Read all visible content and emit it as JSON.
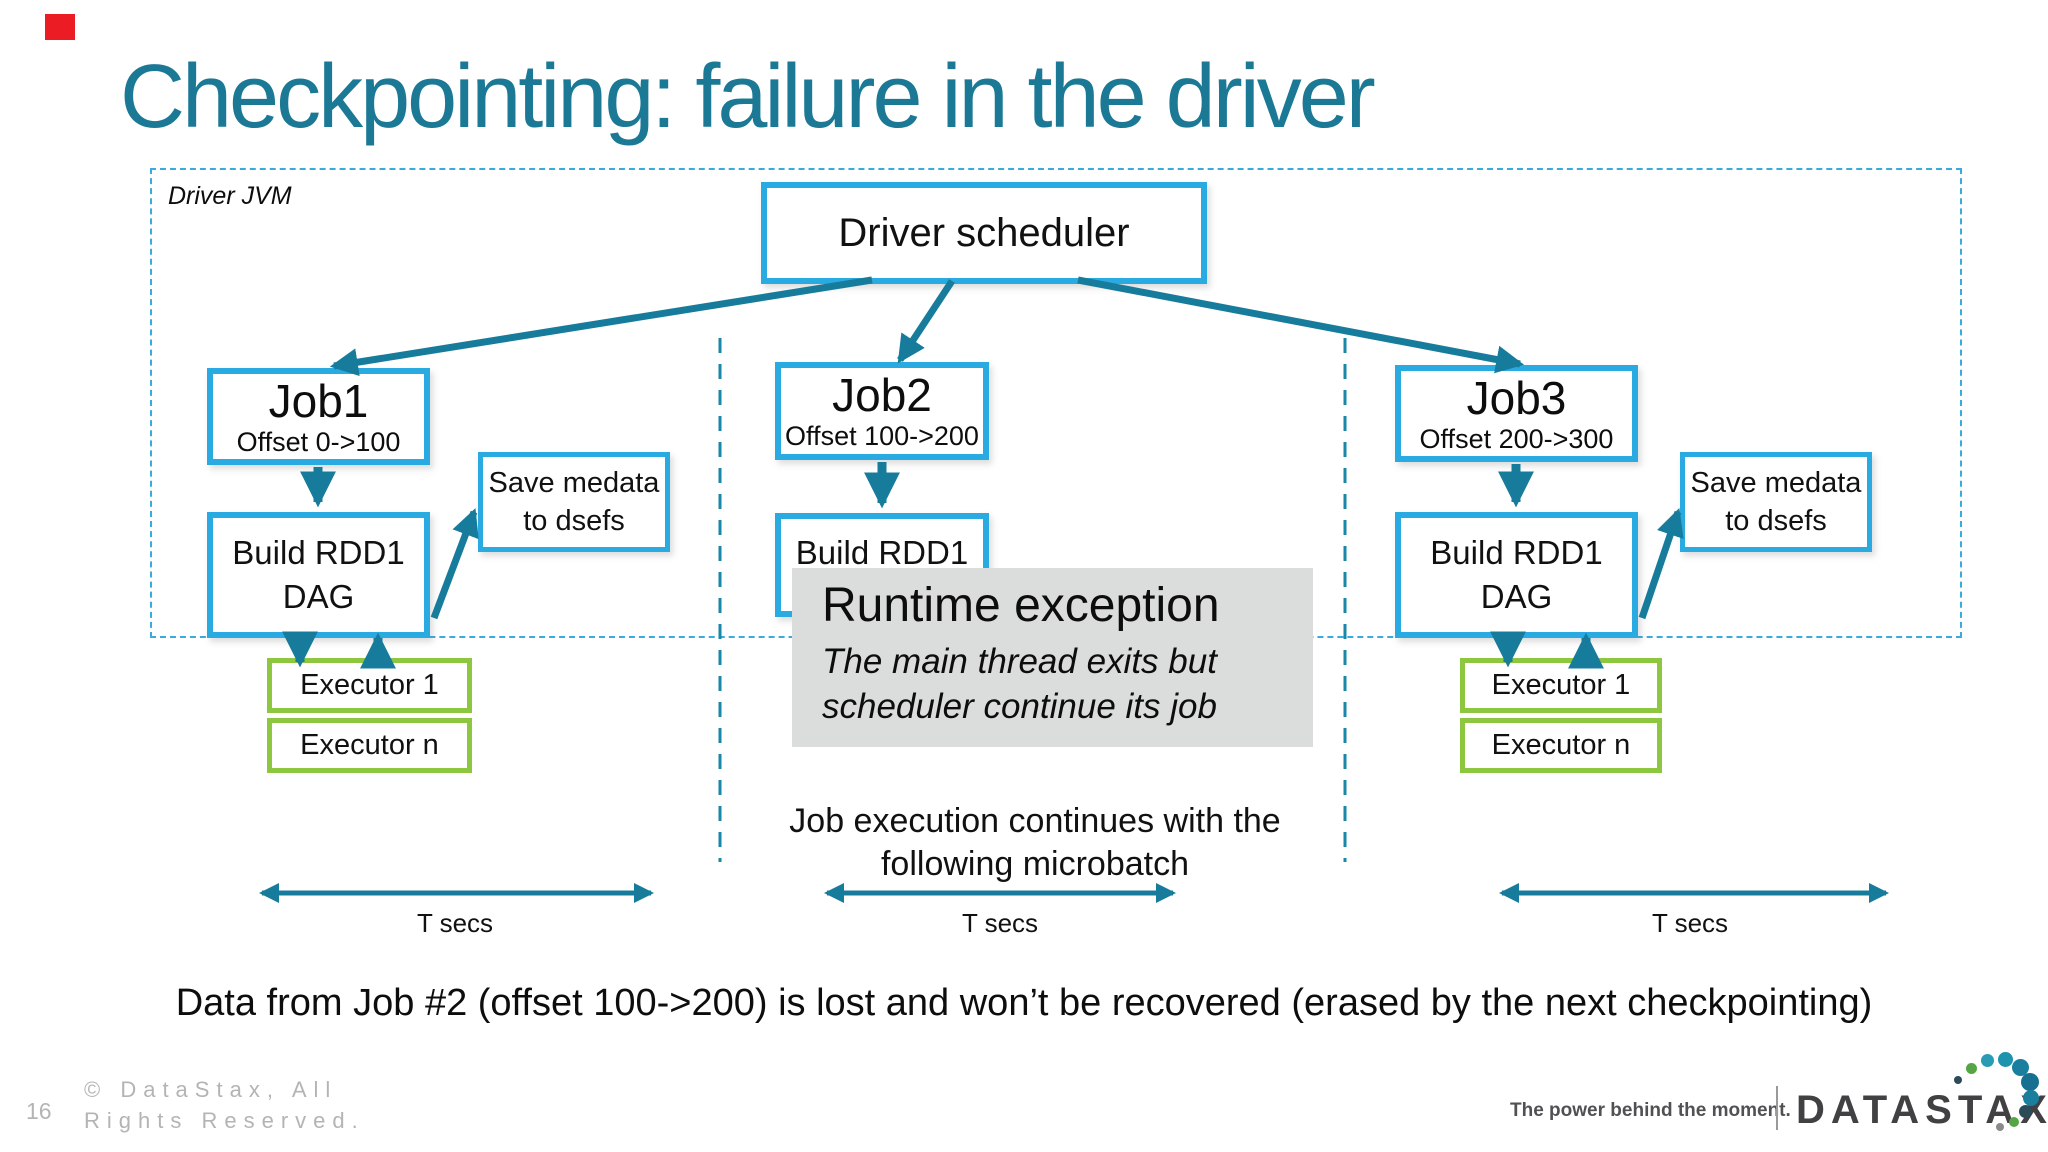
{
  "slide": {
    "title": "Checkpointing: failure in the driver",
    "page_number": "16",
    "copyright_line1": "© DataStax, All",
    "copyright_line2": "Rights Reserved.",
    "tagline": "The power behind the moment.",
    "brand": "DATASTAX",
    "bottom_note": "Data from Job #2 (offset 100->200) is lost and won’t be recovered (erased by the next checkpointing)"
  },
  "diagram": {
    "jvm_label": "Driver JVM",
    "scheduler_label": "Driver scheduler",
    "jobs": [
      {
        "title": "Job1",
        "offset": "Offset 0->100",
        "build_line1": "Build RDD1",
        "build_line2": "DAG",
        "save_line1": "Save medata",
        "save_line2": "to dsefs",
        "executor1": "Executor 1",
        "executorN": "Executor n",
        "tsecs": "T secs"
      },
      {
        "title": "Job2",
        "offset": "Offset 100->200",
        "build_line1": "Build RDD1",
        "build_line2": "",
        "tsecs": "T secs"
      },
      {
        "title": "Job3",
        "offset": "Offset 200->300",
        "build_line1": "Build RDD1",
        "build_line2": "DAG",
        "save_line1": "Save medata",
        "save_line2": "to dsefs",
        "executor1": "Executor 1",
        "executorN": "Executor n",
        "tsecs": "T secs"
      }
    ],
    "exception": {
      "title": "Runtime exception",
      "line1": "The main thread exits but",
      "line2": "scheduler continue its job"
    },
    "continues_line1": "Job execution continues with the",
    "continues_line2": "following microbatch"
  },
  "colors": {
    "title_teal": "#1c7996",
    "box_cyan": "#29abe2",
    "arrow_teal": "#177c9c",
    "executor_green": "#8dc63f",
    "exception_gray": "#dbdddc",
    "marker_red": "#ec1c24",
    "footer_gray": "#b4b4b4",
    "brand_dark": "#414042"
  }
}
